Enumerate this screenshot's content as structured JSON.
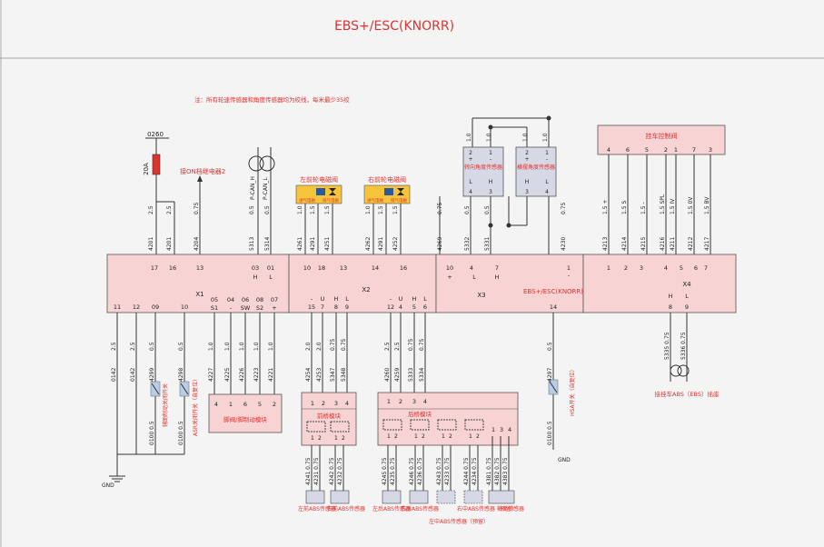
{
  "title": "EBS+/ESC(KNORR)",
  "note": "注：所有轮速传感器和角度传感器均为绞线，每米最少35绞",
  "fuse": {
    "label": "0260",
    "rating": "20A"
  },
  "relay_label": "接ON档继电器2",
  "ecu_label": "EBS+/ESC(KNORR)",
  "gnd": "GND",
  "valves": {
    "left": {
      "title": "左前轮电磁阀",
      "tag1": "进气电磁",
      "tag2": "排气电磁"
    },
    "right": {
      "title": "右前轮电磁阀",
      "tag1": "进气电磁",
      "tag2": "排气电磁"
    }
  },
  "sensors": {
    "steer": {
      "title": "转向角度传感器",
      "pins": [
        "2",
        "1",
        "+",
        "-",
        "L",
        "H",
        "4",
        "3"
      ]
    },
    "yaw": {
      "title": "横摆角度传感器",
      "pins": [
        "2",
        "1",
        "+",
        "-",
        "H",
        "L",
        "3",
        "4"
      ]
    }
  },
  "trailer_valve": {
    "title": "挂车控制阀",
    "pins": [
      "4",
      "6",
      "5",
      "2",
      "1",
      "7",
      "3"
    ]
  },
  "connectors": {
    "x1": {
      "name": "X1",
      "top_pins": [
        "17",
        "16",
        "13",
        "03",
        "01",
        "H",
        "L"
      ],
      "bottom_pins": [
        "11",
        "12",
        "09",
        "10",
        "05",
        "04",
        "06",
        "08",
        "07",
        "S1",
        "-",
        "SW",
        "S2",
        "+"
      ]
    },
    "x2": {
      "name": "X2",
      "top_pins": [
        "10",
        "18",
        "13",
        "14",
        "16"
      ],
      "bottom_pins": [
        "-",
        "U",
        "H",
        "L",
        "15",
        "7",
        "8",
        "9",
        "-",
        "U",
        "H",
        "L",
        "12",
        "4",
        "5",
        "6"
      ]
    },
    "x3": {
      "name": "X3",
      "top_pins": [
        "10",
        "4",
        "7",
        "1",
        "+",
        "L",
        "H",
        "-"
      ],
      "bottom_pins": [
        "14"
      ]
    },
    "x4": {
      "name": "X4",
      "top_pins": [
        "1",
        "2",
        "3",
        "4",
        "5",
        "6",
        "7"
      ],
      "bottom_pins": [
        "H",
        "L",
        "8",
        "9"
      ]
    }
  },
  "wires_top": [
    {
      "size": "2.5",
      "id": "4201"
    },
    {
      "size": "2.5",
      "id": "4201"
    },
    {
      "size": "0.75",
      "id": "4204"
    },
    {
      "size": "0.5",
      "id": "5313"
    },
    {
      "size": "0.5",
      "id": "5314"
    },
    {
      "size": "1.0",
      "id": "4261"
    },
    {
      "size": "1.5",
      "id": "4291"
    },
    {
      "size": "1.5",
      "id": "4251"
    },
    {
      "size": "1.0",
      "id": "4262"
    },
    {
      "size": "1.5",
      "id": "4291"
    },
    {
      "size": "1.5",
      "id": "4252"
    },
    {
      "size": "0.75",
      "id": "4269"
    },
    {
      "size": "0.5",
      "id": "5332"
    },
    {
      "size": "0.5",
      "id": "5331"
    },
    {
      "size": "0.75",
      "id": "4230"
    },
    {
      "size": "1.5 +",
      "id": "4213"
    },
    {
      "size": "1.5 S",
      "id": "4214"
    },
    {
      "size": "1.5 -",
      "id": "4215"
    },
    {
      "size": "1.5 SPL",
      "id": "4216"
    },
    {
      "size": "1.5 IV",
      "id": "4211"
    },
    {
      "size": "1.5 0V",
      "id": "4212"
    },
    {
      "size": "1.5 BV",
      "id": "4217"
    }
  ],
  "can_labels": [
    "P-CAN_H",
    "P-CAN_L"
  ],
  "sensor_wire_sizes": [
    "1.0",
    "1.0",
    "1.0",
    "1.0"
  ],
  "wires_bottom": [
    {
      "size": "2.5",
      "id": "0142"
    },
    {
      "size": "2.5",
      "id": "0142"
    },
    {
      "size": "0.5",
      "id": "4299"
    },
    {
      "size": "0.5",
      "id": "4298"
    },
    {
      "size": "1.0",
      "id": "4227"
    },
    {
      "size": "1.0",
      "id": "4225"
    },
    {
      "size": "1.0",
      "id": "4226"
    },
    {
      "size": "1.0",
      "id": "4223"
    },
    {
      "size": "1.0",
      "id": "4221"
    },
    {
      "size": "2.0",
      "id": "4254"
    },
    {
      "size": "2.0",
      "id": "4253"
    },
    {
      "size": "0.75",
      "id": "5347"
    },
    {
      "size": "0.75",
      "id": "5348"
    },
    {
      "size": "2.5",
      "id": "4260"
    },
    {
      "size": "2.5",
      "id": "4259"
    },
    {
      "size": "0.75",
      "id": "5333"
    },
    {
      "size": "0.75",
      "id": "5334"
    },
    {
      "size": "0.5",
      "id": "4297"
    },
    {
      "size": "5335 0.75",
      "id": ""
    },
    {
      "size": "5336 0.75",
      "id": ""
    }
  ],
  "gnd_wires": [
    {
      "size": "0100 0.5"
    },
    {
      "size": "0100 0.5"
    },
    {
      "size": "0100 0.5"
    }
  ],
  "switches": {
    "asr": "ASR关闭开关（自复位）",
    "aux": "辅助制动关闭开关",
    "hsa": "HSA开关（自复位）"
  },
  "pedal_module": {
    "title": "脚阀/脚制动模块",
    "pins": [
      "4",
      "1",
      "6",
      "5",
      "2"
    ]
  },
  "front_module": {
    "title": "前桥模块",
    "pins": [
      "1",
      "2",
      "3",
      "4"
    ]
  },
  "rear_module": {
    "title": "后桥模块",
    "pins": [
      "1",
      "2",
      "3",
      "4"
    ],
    "extra_pins": [
      "1",
      "3",
      "4"
    ]
  },
  "trailer_abs": "接挂车ABS（EBS）插座",
  "abs_wires": [
    "4241 0.75",
    "4231 0.75",
    "4242 0.75",
    "4232 0.75",
    "4245 0.75",
    "4235 0.75",
    "4246 0.75",
    "4236 0.75",
    "4243 0.75",
    "4233 0.75",
    "4244 0.75",
    "4234 0.75",
    "4381 0.75",
    "4382 0.75",
    "4383 0.75"
  ],
  "abs_sensors": [
    {
      "label": "左前ABS传感器"
    },
    {
      "label": "右前ABS传感器"
    },
    {
      "label": "左后ABS传感器"
    },
    {
      "label": "右后ABS传感器"
    },
    {
      "label": "左中ABS传感器（预留）"
    },
    {
      "label": "右中ABS传感器（预留）"
    },
    {
      "label": "轴荷传感器"
    }
  ]
}
